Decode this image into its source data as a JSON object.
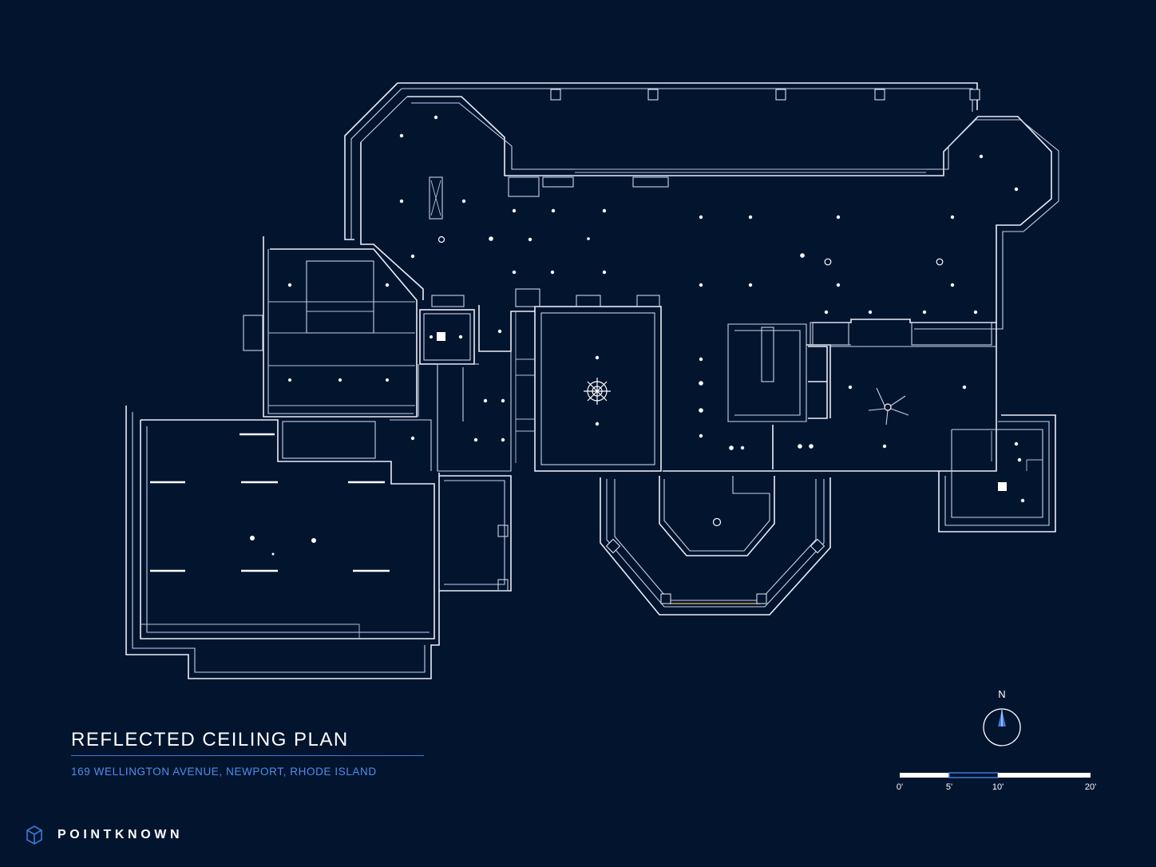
{
  "title": "REFLECTED CEILING PLAN",
  "subtitle": "169 WELLINGTON AVENUE, NEWPORT, RHODE ISLAND",
  "brand": {
    "name": "POINTKNOWN",
    "icon": "cube-icon"
  },
  "north_arrow": {
    "label": "N"
  },
  "scale_bar": {
    "ticks": [
      "0'",
      "5'",
      "10'",
      "20'"
    ]
  },
  "colors": {
    "background": "#03142f",
    "lines": "#e9eef7",
    "accent": "#3d7ad6",
    "subtitle": "#4f8fe8"
  }
}
